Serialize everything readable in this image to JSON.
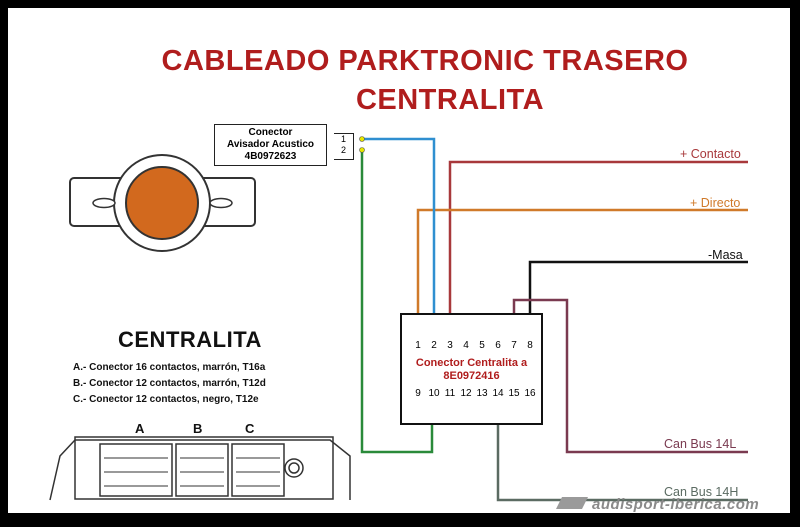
{
  "title": {
    "line1": "CABLEADO  PARKTRONIC TRASERO",
    "line2": "CENTRALITA"
  },
  "buzzer_connector": {
    "line1": "Conector",
    "line2": "Avisador Acustico",
    "line3": "4B0972623",
    "pins": [
      "1",
      "2"
    ]
  },
  "wires": {
    "contacto": "+ Contacto",
    "directo": "+ Directo",
    "masa": "-Masa",
    "can_low": "Can Bus 14L",
    "can_high": "Can Bus 14H"
  },
  "unit_connector": {
    "line1": "Conector  Centralita a",
    "line2": "8E0972416",
    "top_pins": [
      "1",
      "2",
      "3",
      "4",
      "5",
      "6",
      "7",
      "8"
    ],
    "bottom_pins": [
      "9",
      "10",
      "11",
      "12",
      "13",
      "14",
      "15",
      "16"
    ]
  },
  "centralita": {
    "heading": "CENTRALITA",
    "items": [
      "A.- Conector 16 contactos, marrón, T16a",
      "B.- Conector 12 contactos, marrón, T12d",
      "C.- Conector 12 contactos, negro, T12e"
    ],
    "connector_letters": [
      "A",
      "B",
      "C"
    ]
  },
  "watermark": "audisport-iberica.com",
  "colors": {
    "title": "#b01d1d",
    "contacto": "#a8383b",
    "directo": "#d07a2a",
    "masa": "#111111",
    "can_low": "#7a3a50",
    "can_high": "#5b6b62",
    "blue": "#2f8fd0",
    "green": "#2a8a3a",
    "pin_yellow": "#e6e600"
  }
}
